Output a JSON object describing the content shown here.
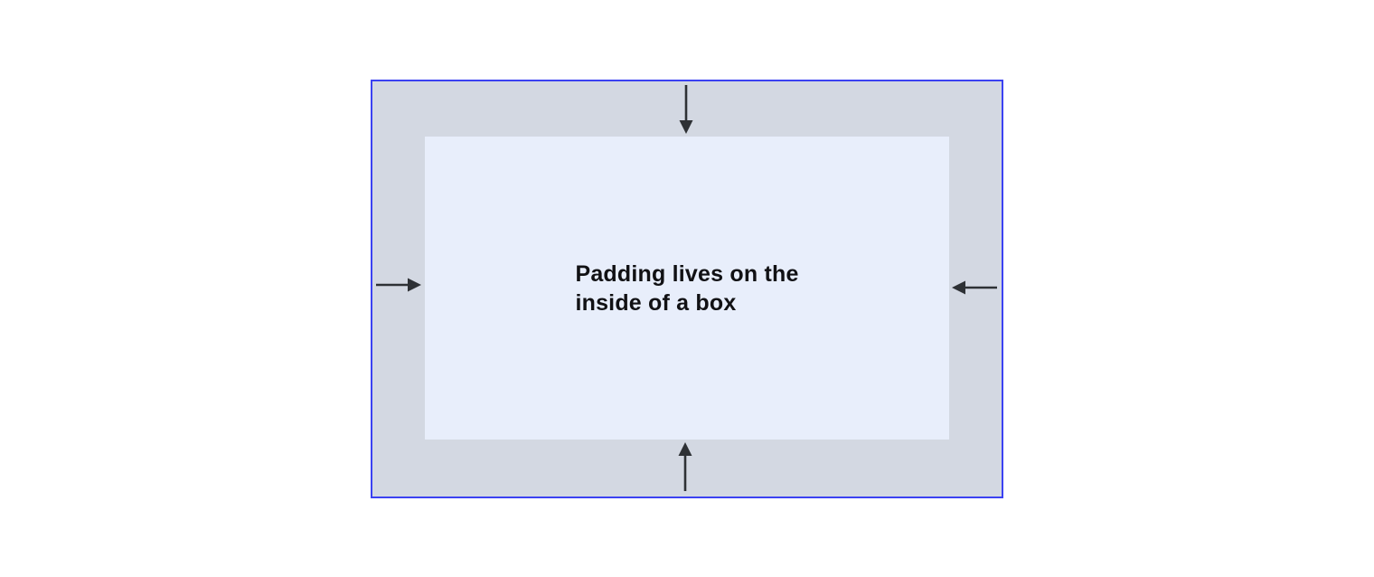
{
  "diagram": {
    "label_line1": "Padding lives on the",
    "label_line2": "inside of a box",
    "full_text": "Padding lives on the inside of a box",
    "arrows": [
      {
        "name": "top",
        "direction": "down"
      },
      {
        "name": "right",
        "direction": "left"
      },
      {
        "name": "bottom",
        "direction": "up"
      },
      {
        "name": "left",
        "direction": "right"
      }
    ]
  },
  "colors": {
    "page-bg": "#ffffff",
    "border": "#3b42f2",
    "outer-fill": "#d3d8e2",
    "inner-fill": "#e8eefb",
    "arrow": "#2e3135",
    "text": "#111114"
  }
}
